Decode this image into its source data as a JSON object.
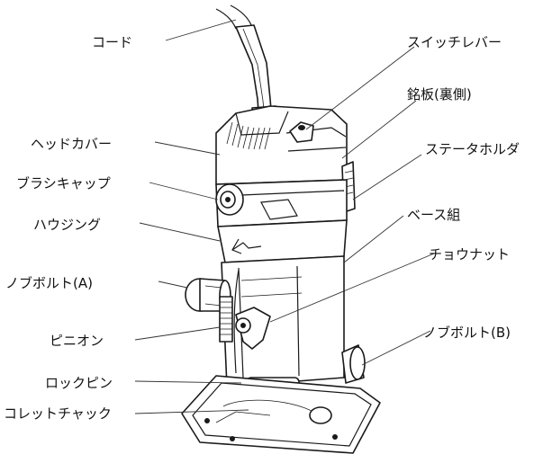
{
  "labels": {
    "cord": "コード",
    "switch_lever": "スイッチレバー",
    "nameplate": "銘板(裏側)",
    "stator_holder": "ステータホルダ",
    "head_cover": "ヘッドカバー",
    "brush_cap": "ブラシキャップ",
    "housing": "ハウジング",
    "base_assembly": "ベース組",
    "knob_bolt_a": "ノブボルト(A)",
    "wing_nut": "チョウナット",
    "pinion": "ピニオン",
    "knob_bolt_b": "ノブボルト(B)",
    "lock_pin": "ロックピン",
    "collet_chuck": "コレットチャック"
  }
}
